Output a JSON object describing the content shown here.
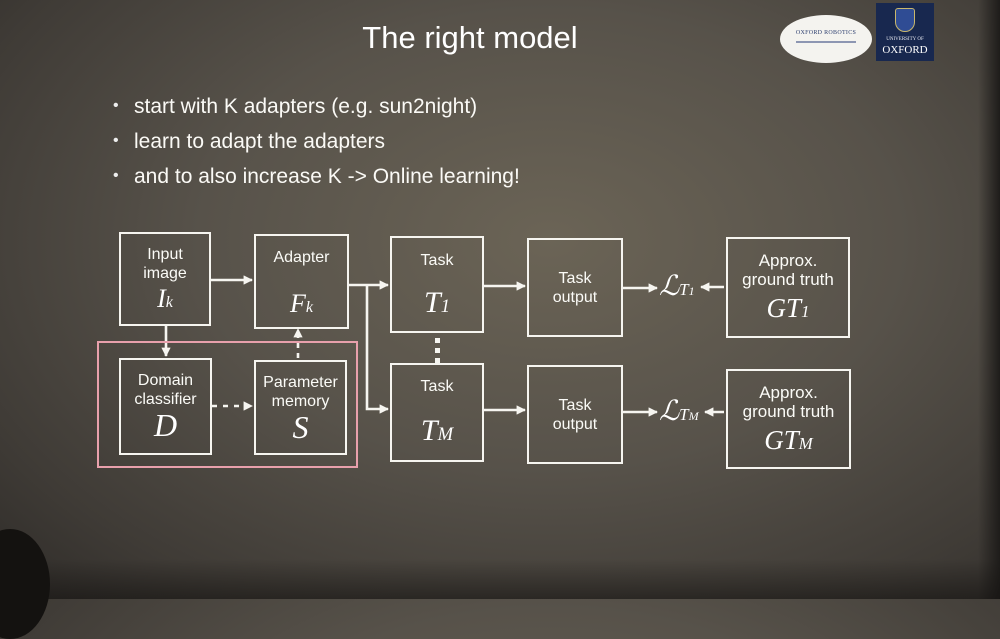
{
  "slide": {
    "title": "The right model",
    "bullets": [
      "start with K adapters (e.g. sun2night)",
      "learn to adapt the adapters",
      "and to also increase K -> Online learning!"
    ]
  },
  "logos": {
    "robotics": "OXFORD ROBOTICS",
    "university_small": "UNIVERSITY OF",
    "university_big": "OXFORD"
  },
  "diagram": {
    "input": {
      "label_1": "Input",
      "label_2": "image",
      "symbol": "I",
      "subscript": "k"
    },
    "adapter": {
      "label": "Adapter",
      "symbol": "F",
      "subscript": "k"
    },
    "task_1": {
      "label": "Task",
      "symbol": "T",
      "subscript": "1"
    },
    "task_m": {
      "label": "Task",
      "symbol": "T",
      "subscript": "M"
    },
    "output_1": {
      "label_1": "Task",
      "label_2": "output"
    },
    "output_m": {
      "label_1": "Task",
      "label_2": "output"
    },
    "loss_1": {
      "symbol": "ℒ",
      "subscript": "T",
      "sub_subscript": "1"
    },
    "loss_m": {
      "symbol": "ℒ",
      "subscript": "T",
      "sub_subscript": "M"
    },
    "gt_1": {
      "label_1": "Approx.",
      "label_2": "ground truth",
      "symbol": "GT",
      "subscript": "1"
    },
    "gt_m": {
      "label_1": "Approx.",
      "label_2": "ground truth",
      "symbol": "GT",
      "subscript": "M"
    },
    "domain_classifier": {
      "label_1": "Domain",
      "label_2": "classifier",
      "symbol": "D"
    },
    "parameter_memory": {
      "label_1": "Parameter",
      "label_2": "memory",
      "symbol": "S"
    },
    "colors": {
      "stroke": "#f6f5f0",
      "highlight": "#e8a0ac"
    }
  }
}
